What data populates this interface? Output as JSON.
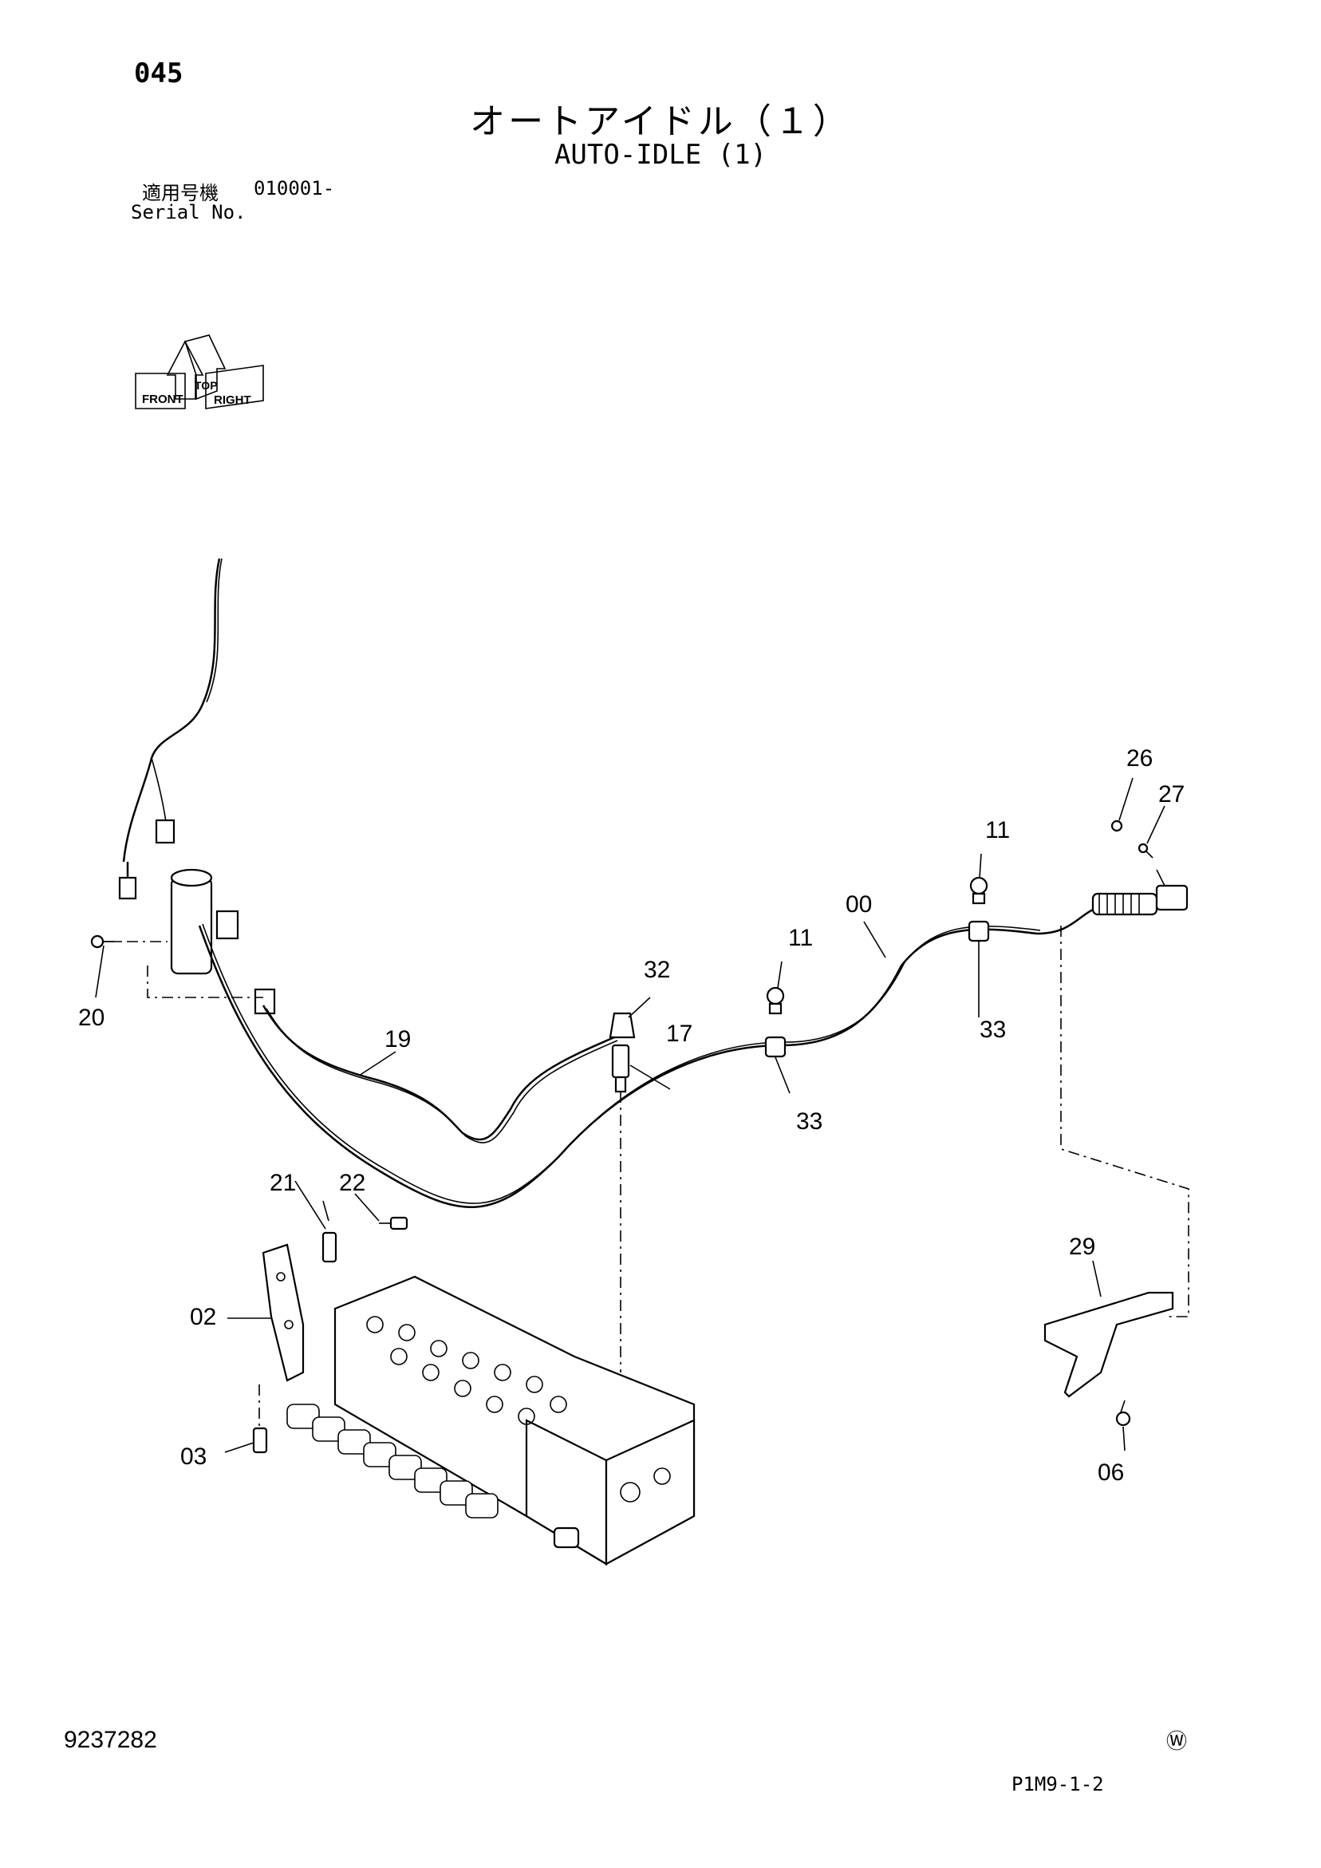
{
  "header": {
    "page_number": "045",
    "title_jp": "オートアイドル（１）",
    "title_en": "AUTO-IDLE (1)",
    "serial_label_jp": "適用号機",
    "serial_value": "010001-",
    "serial_label_en": "Serial No."
  },
  "orientation_icon": {
    "labels": [
      "FRONT",
      "RIGHT",
      "TOP"
    ]
  },
  "callouts": [
    "00",
    "02",
    "03",
    "06",
    "11",
    "11",
    "17",
    "19",
    "20",
    "21",
    "22",
    "26",
    "27",
    "29",
    "32",
    "33",
    "33"
  ],
  "footer": {
    "doc_number": "9237282",
    "w_mark": "Ⓦ",
    "page_ref": "P1M9-1-2"
  }
}
